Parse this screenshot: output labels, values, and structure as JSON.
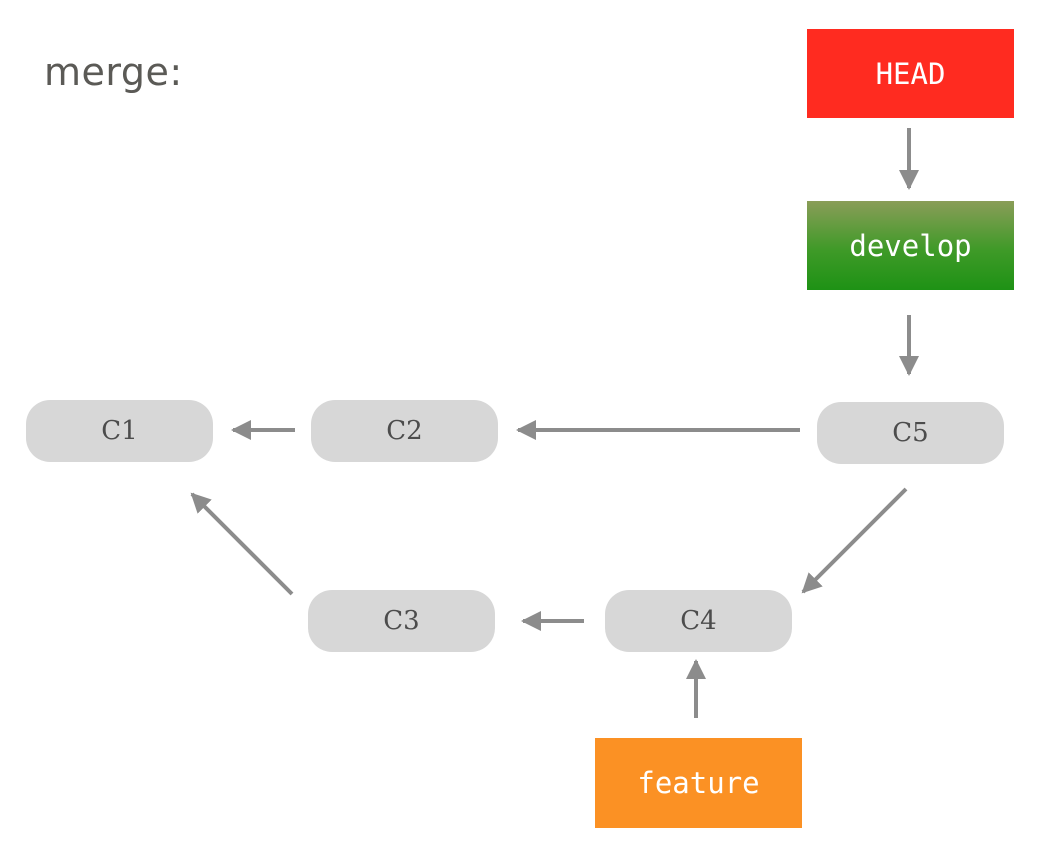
{
  "title": "merge:",
  "commits": {
    "c1": "C1",
    "c2": "C2",
    "c3": "C3",
    "c4": "C4",
    "c5": "C5"
  },
  "refs": {
    "head": "HEAD",
    "develop": "develop",
    "feature": "feature"
  },
  "colors": {
    "head": "#ff2b20",
    "develop": "#1e9215",
    "feature": "#fb9124",
    "commit": "#d7d7d7",
    "arrow": "#8c8c8c"
  }
}
